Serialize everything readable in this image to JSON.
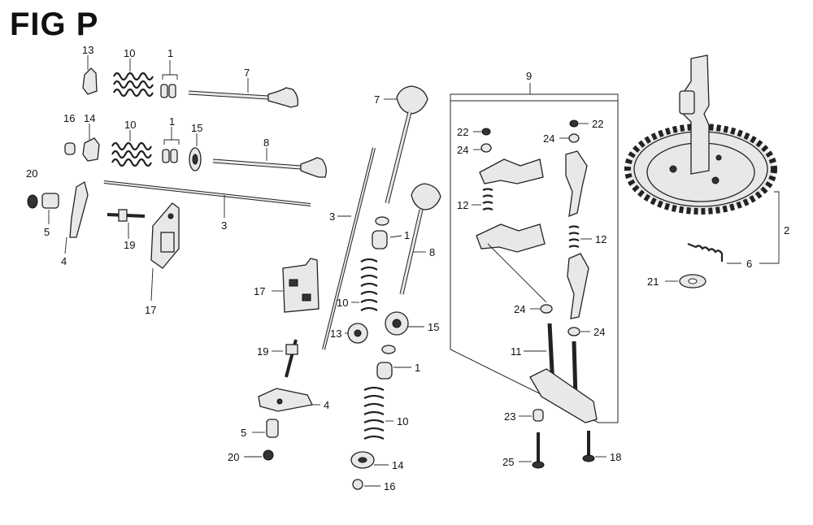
{
  "figure": {
    "title": "FIG P"
  },
  "callouts": {
    "c13a": "13",
    "c10a": "10",
    "c1a": "1",
    "c7a": "7",
    "c16a": "16",
    "c14a": "14",
    "c10b": "10",
    "c1b": "1",
    "c15a": "15",
    "c8a": "8",
    "c20a": "20",
    "c5a": "5",
    "c4a": "4",
    "c3a": "3",
    "c19a": "19",
    "c17a": "17",
    "c7b": "7",
    "c3b": "3",
    "c1c": "1",
    "c8b": "8",
    "c17b": "17",
    "c10c": "10",
    "c13b": "13",
    "c15b": "15",
    "c19b": "19",
    "c1d": "1",
    "c4b": "4",
    "c5b": "5",
    "c10d": "10",
    "c20b": "20",
    "c14b": "14",
    "c16b": "16",
    "c9": "9",
    "c22a": "22",
    "c24a": "24",
    "c24b": "24",
    "c22b": "22",
    "c12a": "12",
    "c12b": "12",
    "c24c": "24",
    "c24d": "24",
    "c11": "11",
    "c23": "23",
    "c25": "25",
    "c18": "18",
    "c2": "2",
    "c6": "6",
    "c21": "21"
  }
}
